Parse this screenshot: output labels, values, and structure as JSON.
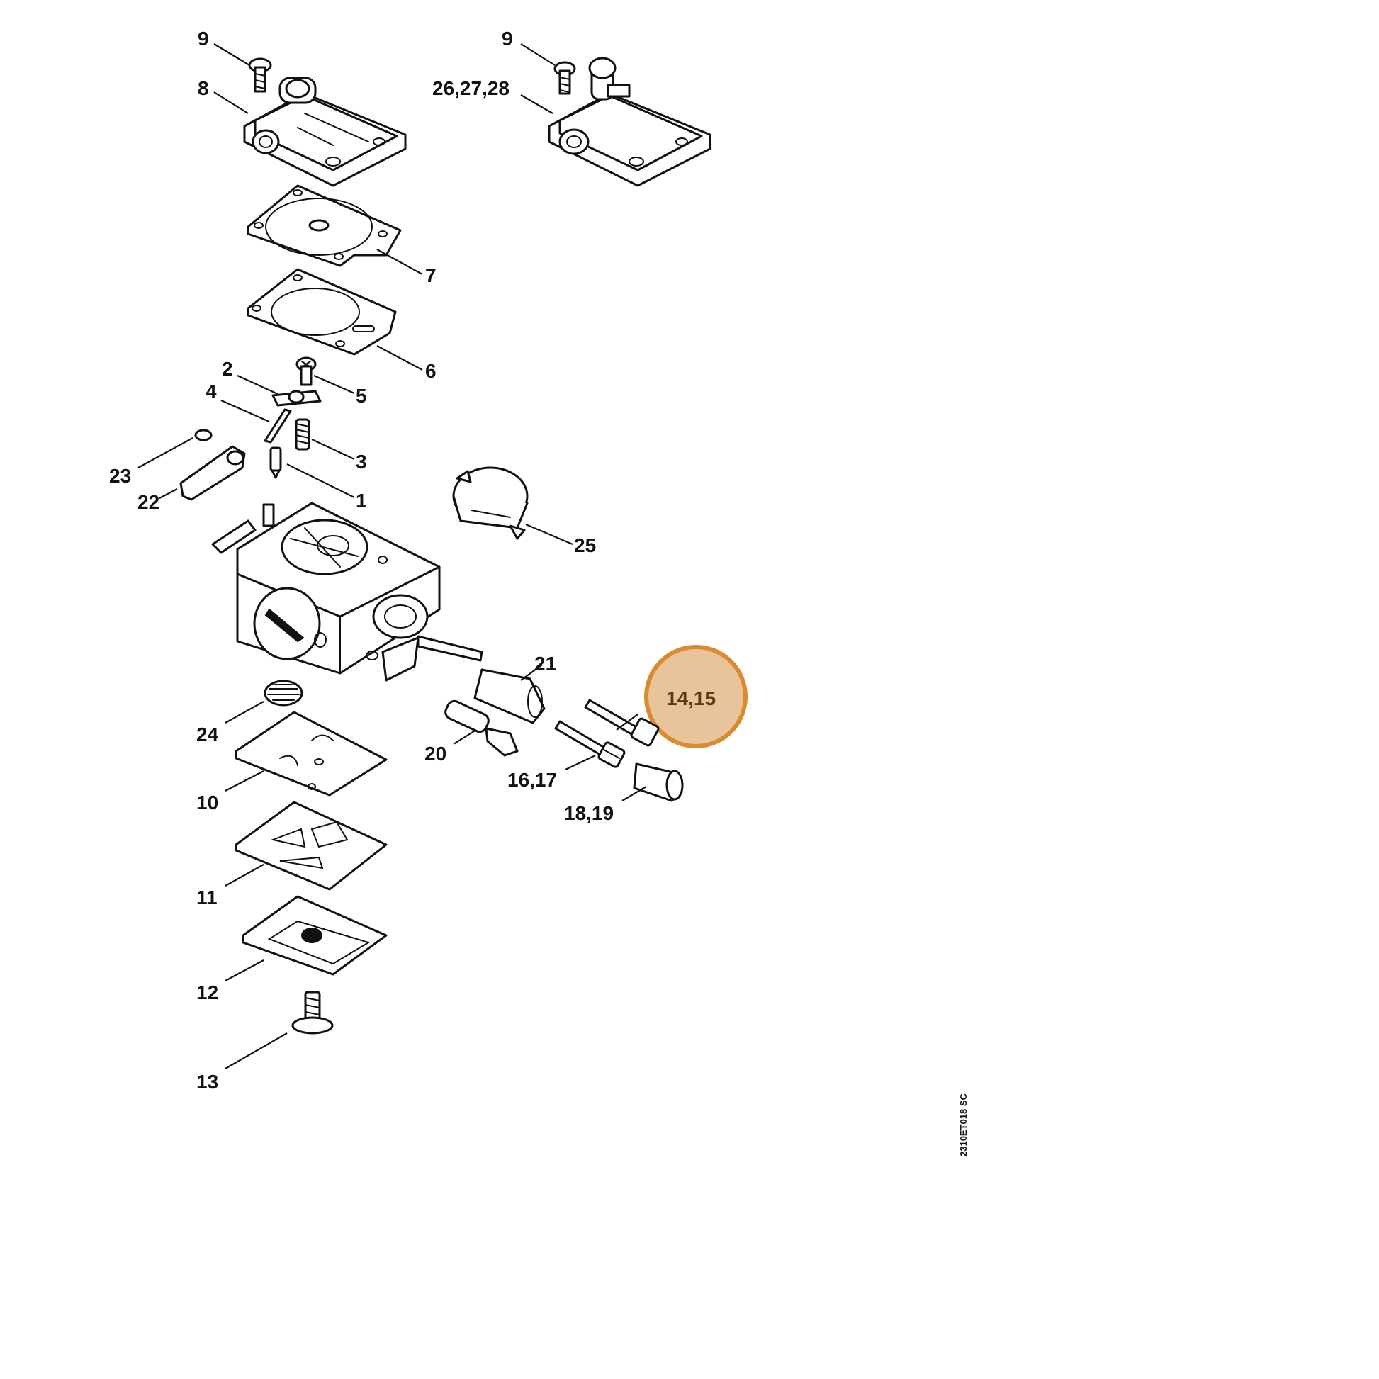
{
  "diagram": {
    "highlight_color": "#e8c49c",
    "highlight_ring_color": "#d98b2e",
    "drawing_code": "2310ET018 SC",
    "labels": [
      {
        "id": "9a",
        "text": "9"
      },
      {
        "id": "8",
        "text": "8"
      },
      {
        "id": "9b",
        "text": "9"
      },
      {
        "id": "26",
        "text": "26,27,28"
      },
      {
        "id": "7",
        "text": "7"
      },
      {
        "id": "6",
        "text": "6"
      },
      {
        "id": "2",
        "text": "2"
      },
      {
        "id": "5",
        "text": "5"
      },
      {
        "id": "4",
        "text": "4"
      },
      {
        "id": "3",
        "text": "3"
      },
      {
        "id": "23",
        "text": "23"
      },
      {
        "id": "22",
        "text": "22"
      },
      {
        "id": "1",
        "text": "1"
      },
      {
        "id": "25",
        "text": "25"
      },
      {
        "id": "21",
        "text": "21"
      },
      {
        "id": "14",
        "text": "14,15"
      },
      {
        "id": "24",
        "text": "24"
      },
      {
        "id": "20",
        "text": "20"
      },
      {
        "id": "16",
        "text": "16,17"
      },
      {
        "id": "18",
        "text": "18,19"
      },
      {
        "id": "10",
        "text": "10"
      },
      {
        "id": "11",
        "text": "11"
      },
      {
        "id": "12",
        "text": "12"
      },
      {
        "id": "13",
        "text": "13"
      }
    ]
  }
}
